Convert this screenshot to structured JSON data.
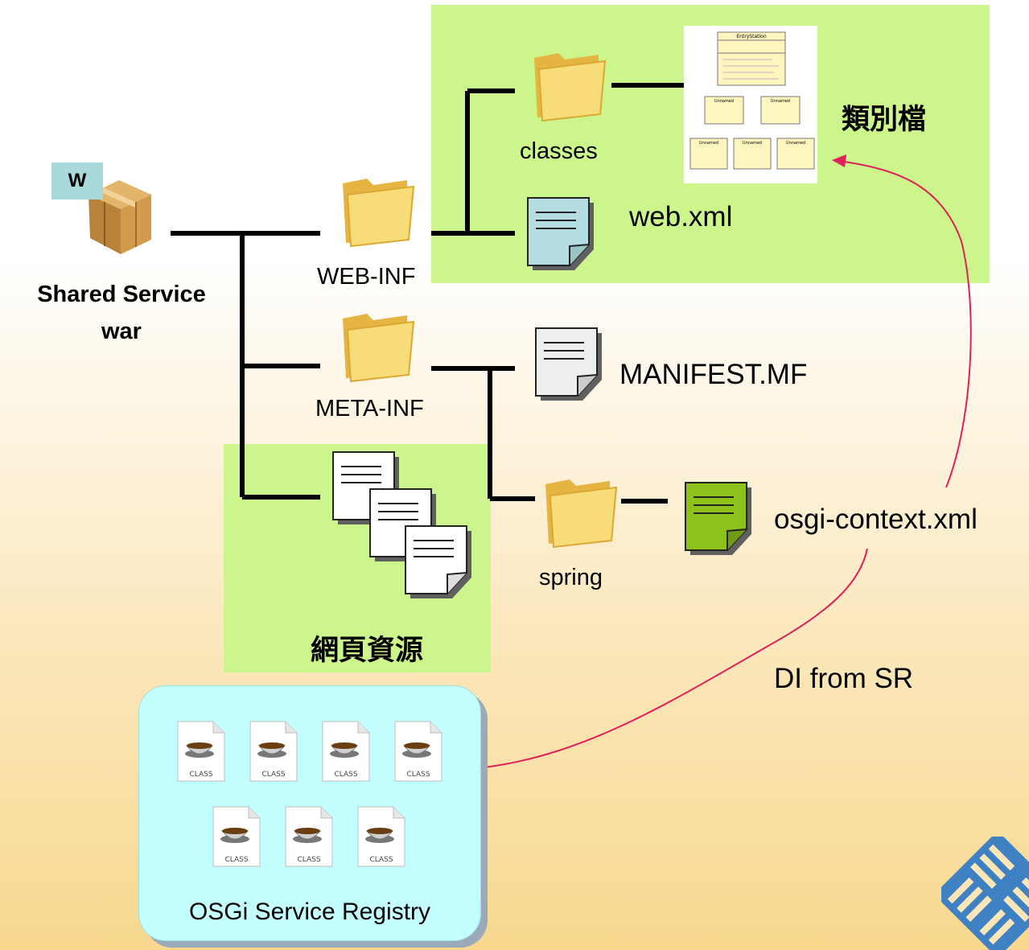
{
  "war": {
    "badge": "W",
    "label_line1": "Shared Service",
    "label_line2": "war"
  },
  "folders": {
    "web_inf": "WEB-INF",
    "meta_inf": "META-INF",
    "classes": "classes",
    "spring": "spring"
  },
  "files": {
    "web_xml": "web.xml",
    "manifest": "MANIFEST.MF",
    "osgi_context": "osgi-context.xml"
  },
  "regions": {
    "class_files": "類別檔",
    "web_resources": "網頁資源"
  },
  "uml": {
    "main_class": "EntryStation",
    "other_classes": [
      "Unnamed",
      "Unnamed",
      "Unnamed",
      "Unnamed",
      "Unnamed"
    ]
  },
  "registry": {
    "label": "OSGi Service Registry",
    "icon_caption": "CLASS"
  },
  "arrow_label": "DI from SR",
  "colors": {
    "green_panel": "#ccf58b",
    "registry_bg": "#c4ffff",
    "arrow": "#e0205a",
    "folder": "#f4d36a",
    "web_xml_doc": "#b3dde0",
    "osgi_doc": "#8cc21a"
  },
  "icons": {
    "war_archive": "cardboard-box-icon",
    "folder": "folder-icon",
    "document": "document-icon",
    "class_file": "java-class-icon",
    "logo": "company-logo-icon"
  }
}
